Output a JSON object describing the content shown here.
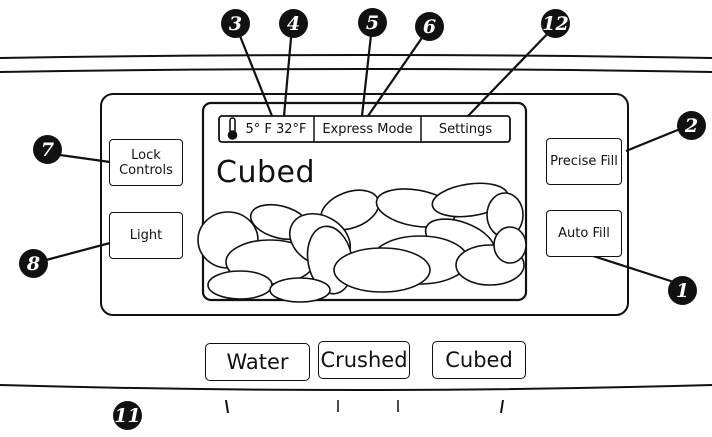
{
  "screen": {
    "temperature": "5° F 32°F",
    "express_mode": "Express Mode",
    "settings": "Settings",
    "mode_title": "Cubed"
  },
  "left_buttons": {
    "lock_controls": "Lock\nControls",
    "light": "Light"
  },
  "right_buttons": {
    "precise_fill": "Precise Fill",
    "auto_fill": "Auto Fill"
  },
  "bottom_buttons": {
    "water": "Water",
    "crushed": "Crushed",
    "cubed": "Cubed"
  },
  "callouts": [
    "3",
    "4",
    "5",
    "6",
    "12",
    "2",
    "7",
    "8",
    "1",
    "11"
  ],
  "icons": {
    "thermometer": "thermometer-icon",
    "ice": "ice-cubes-illustration"
  }
}
